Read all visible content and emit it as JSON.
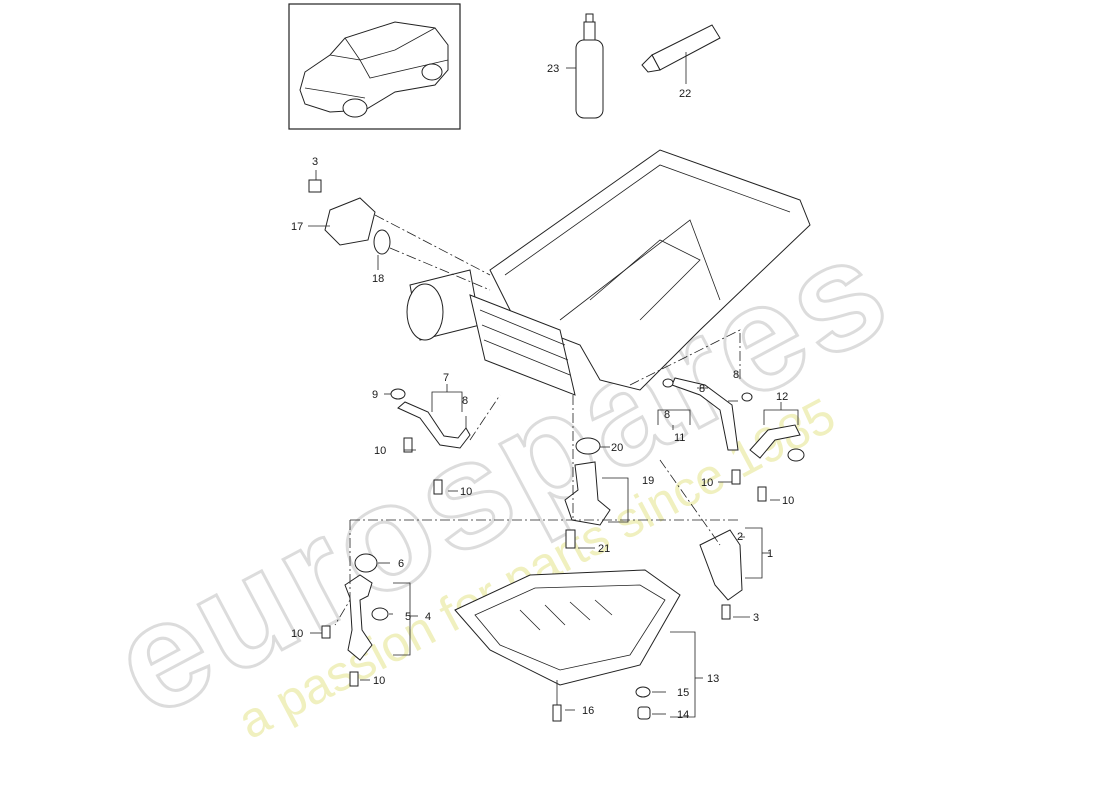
{
  "watermark": {
    "brand": "eurospares",
    "slogan": "a passion for parts since 1985"
  },
  "callouts": {
    "c1": "1",
    "c2": "2",
    "c3a": "3",
    "c3b": "3",
    "c4": "4",
    "c5": "5",
    "c6": "6",
    "c7": "7",
    "c8a": "8",
    "c8b": "8",
    "c8c": "8",
    "c8d": "8",
    "c9": "9",
    "c10a": "10",
    "c10b": "10",
    "c10c": "10",
    "c10d": "10",
    "c10e": "10",
    "c10f": "10",
    "c11": "11",
    "c12": "12",
    "c13": "13",
    "c14": "14",
    "c15": "15",
    "c16": "16",
    "c17": "17",
    "c18": "18",
    "c19": "19",
    "c20": "20",
    "c21": "21",
    "c22": "22",
    "c23": "23"
  }
}
